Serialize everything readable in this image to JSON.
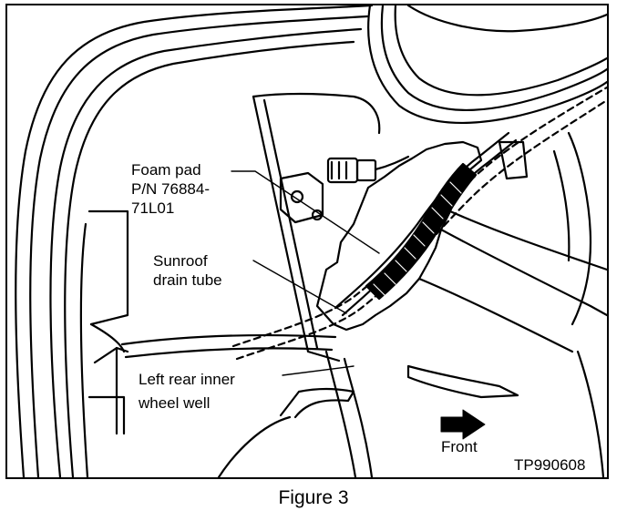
{
  "labels": {
    "foam_pad_line1": "Foam pad",
    "foam_pad_line2": "P/N 76884-",
    "foam_pad_line3": "71L01",
    "drain_tube_line1": "Sunroof",
    "drain_tube_line2": "drain tube",
    "wheel_well_line1": "Left rear inner",
    "wheel_well_line2": "wheel well",
    "front": "Front",
    "code": "TP990608"
  },
  "caption": "Figure 3",
  "icons": {
    "front_arrow": "right-arrow-icon"
  },
  "colors": {
    "ink": "#000000",
    "background": "#ffffff"
  }
}
